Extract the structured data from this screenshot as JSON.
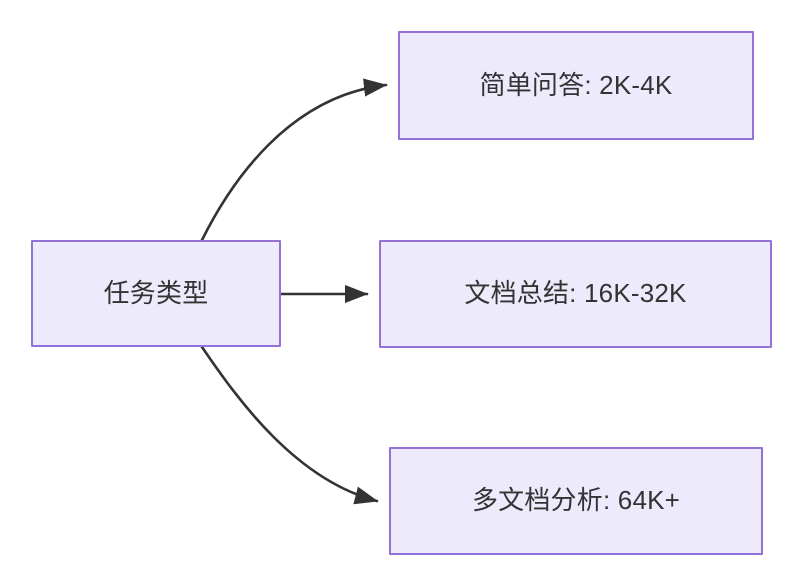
{
  "diagram": {
    "type": "flowchart",
    "direction": "left-to-right",
    "background_color": "#FFFFFF",
    "node_fill_color": "#ECEAFB",
    "node_border_color": "#9572D9",
    "node_text_color": "#333333",
    "edge_color": "#333333",
    "nodes": [
      {
        "id": "source",
        "label": "任务类型",
        "role": "root"
      },
      {
        "id": "simple-qa",
        "label": "简单问答: 2K-4K",
        "role": "leaf"
      },
      {
        "id": "doc-summary",
        "label": "文档总结: 16K-32K",
        "role": "leaf"
      },
      {
        "id": "multi-doc",
        "label": "多文档分析: 64K+",
        "role": "leaf"
      }
    ],
    "edges": [
      {
        "from": "source",
        "to": "simple-qa",
        "style": "curved",
        "arrow": "arrowhead"
      },
      {
        "from": "source",
        "to": "doc-summary",
        "style": "straight",
        "arrow": "arrowhead"
      },
      {
        "from": "source",
        "to": "multi-doc",
        "style": "curved",
        "arrow": "arrowhead"
      }
    ]
  }
}
